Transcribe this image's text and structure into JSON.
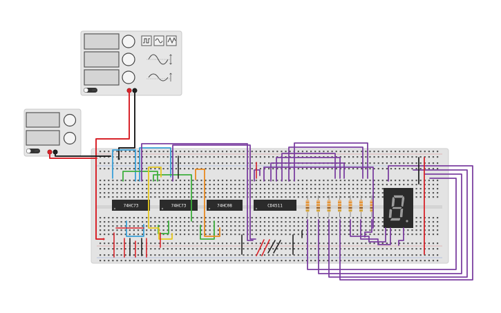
{
  "function_generator": {
    "waveforms": [
      "square",
      "sine",
      "triangle"
    ],
    "power_label": "OFF"
  },
  "dc_power_supply": {
    "power_label": "OFF"
  },
  "breadboard": {
    "chips": [
      {
        "id": "u1",
        "label": "74HC73"
      },
      {
        "id": "u2",
        "label": "74HC73"
      },
      {
        "id": "u3",
        "label": "74HC08"
      },
      {
        "id": "u4",
        "label": "CD4511"
      }
    ],
    "resistor_count": 7,
    "display": {
      "digit": "8"
    }
  },
  "wire_colors": {
    "red": "#d8232a",
    "black": "#222222",
    "purple": "#7b3fa0",
    "blue": "#39a0d8",
    "green": "#3cae3c",
    "orange": "#e8891e",
    "yellow": "#e6c81e"
  }
}
